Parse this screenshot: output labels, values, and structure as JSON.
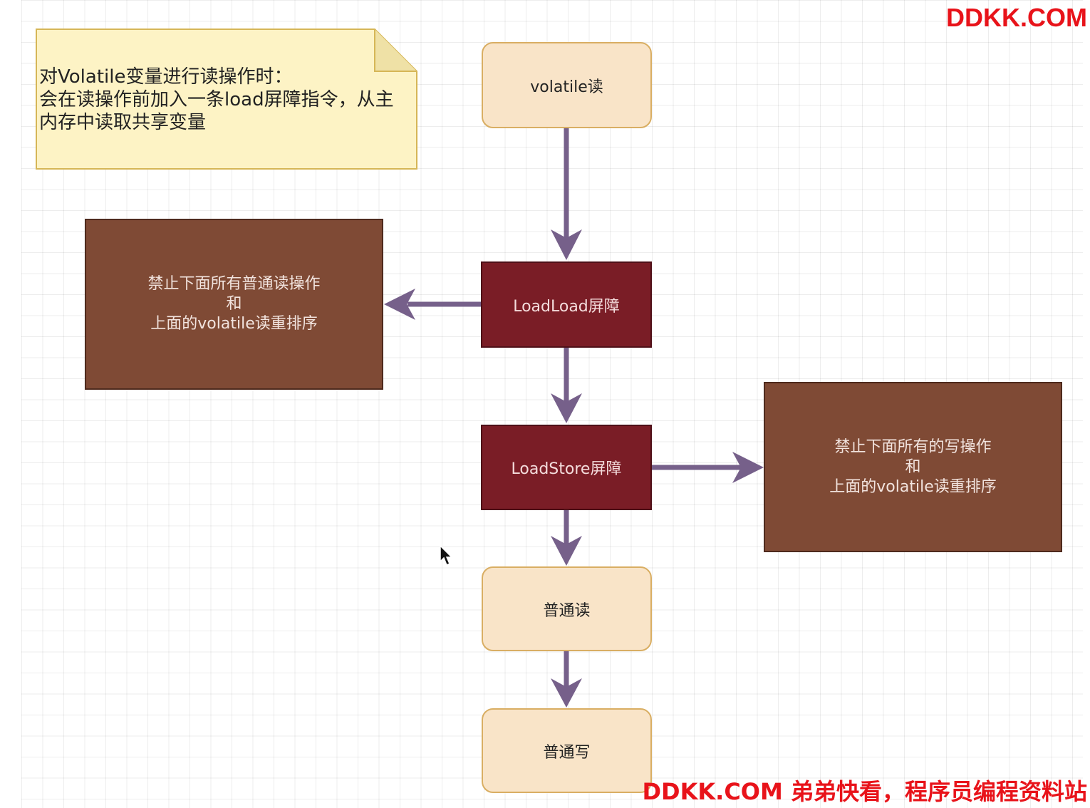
{
  "note": {
    "lines": [
      "对Volatile变量进行读操作时：",
      "会在读操作前加入一条load屏障指令，从主",
      "内存中读取共享变量"
    ]
  },
  "nodes": {
    "volatile_read": "volatile读",
    "loadload": "LoadLoad屏障",
    "loadstore": "LoadStore屏障",
    "normal_read": "普通读",
    "normal_write": "普通写"
  },
  "loadload_note": {
    "lines": [
      "禁止下面所有普通读操作",
      "和",
      "上面的volatile读重排序"
    ]
  },
  "loadstore_note": {
    "lines": [
      "禁止下面所有的写操作",
      "和",
      "上面的volatile读重排序"
    ]
  },
  "colors": {
    "light_fill": "#f9e4c8",
    "light_border": "#d9ae63",
    "barrier_fill": "#7a1d26",
    "explain_fill": "#7f4a35",
    "arrow": "#76608a",
    "note_fill": "#fdf3c5",
    "watermark": "#e8131a"
  },
  "watermarks": {
    "top": "DDKK.COM",
    "bottom": "DDKK.COM 弟弟快看，程序员编程资料站"
  }
}
